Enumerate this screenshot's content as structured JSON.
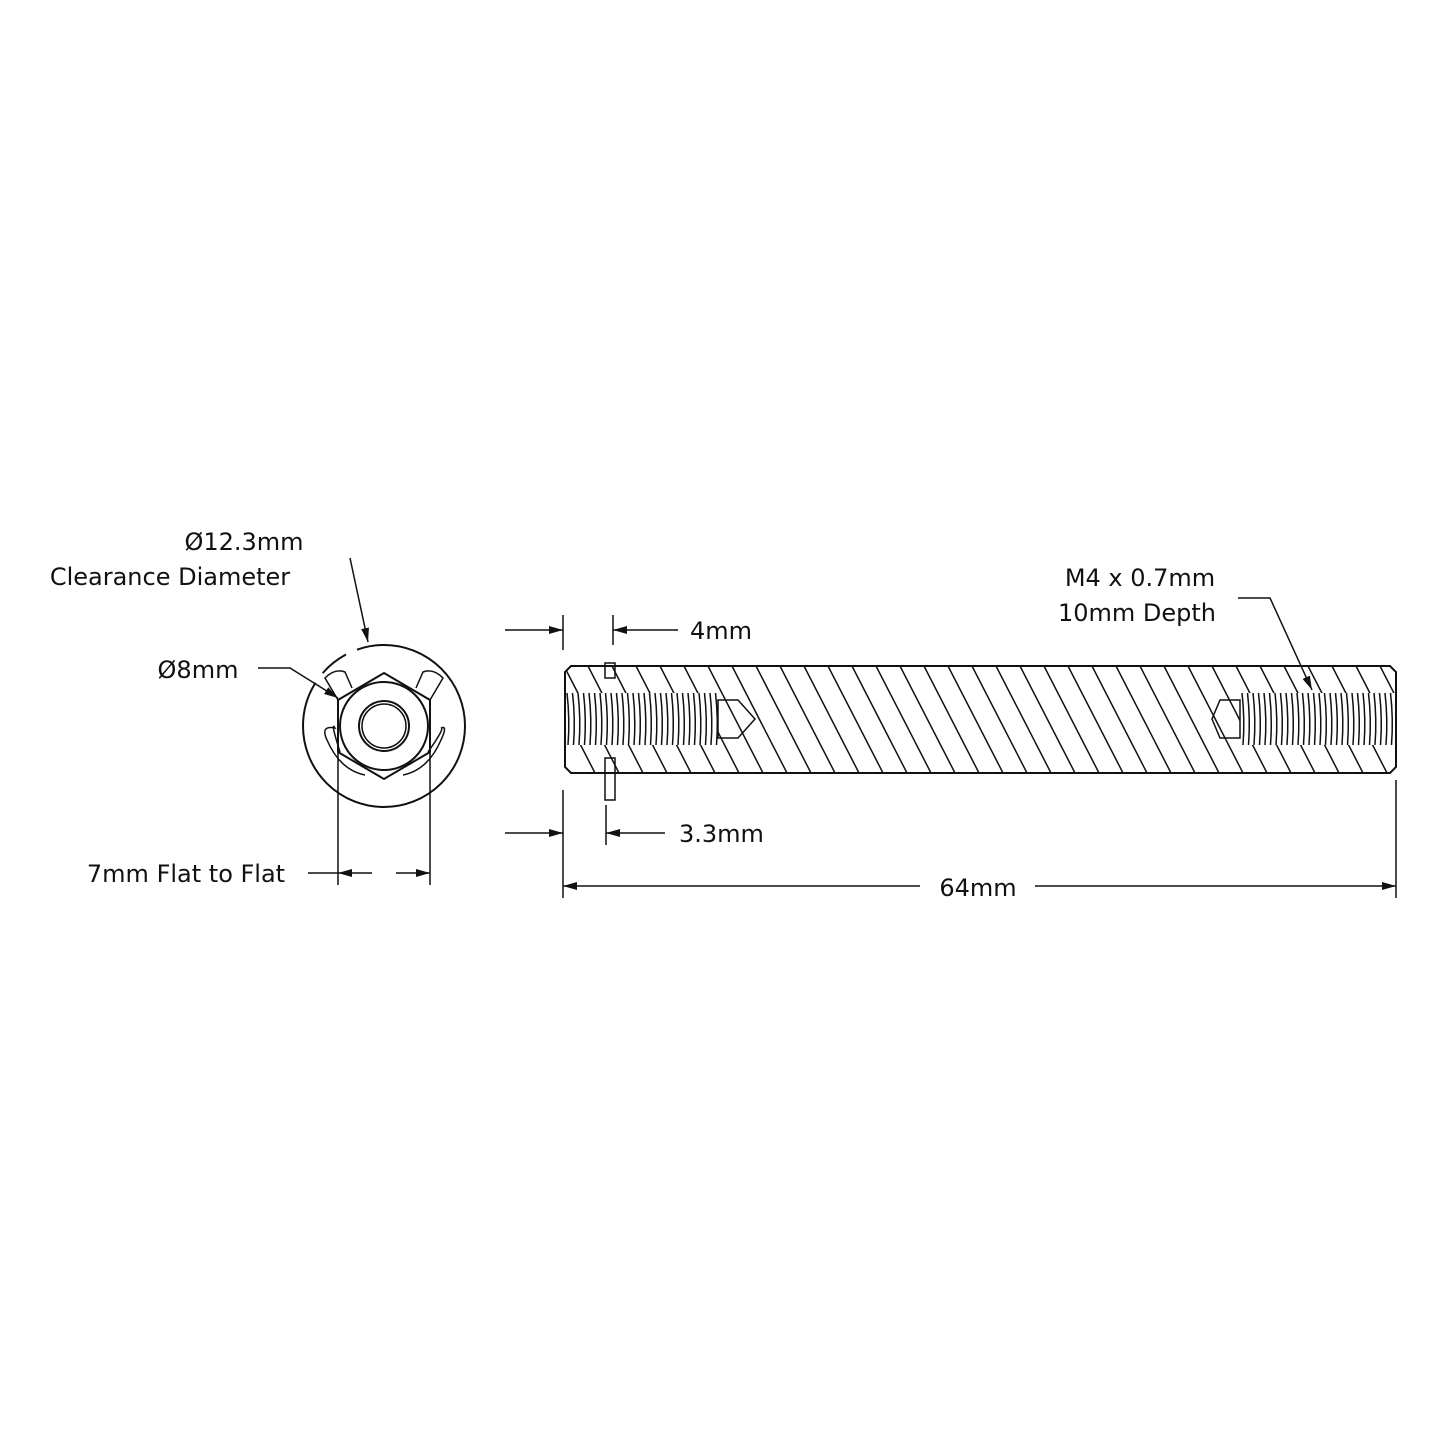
{
  "labels": {
    "clearance_value": "Ø12.3mm",
    "clearance_text": "Clearance Diameter",
    "hex_diameter": "Ø8mm",
    "flat_to_flat": "7mm Flat to Flat",
    "end_offset_top": "4mm",
    "end_offset_bottom": "3.3mm",
    "length": "64mm",
    "thread_spec": "M4 x 0.7mm",
    "thread_depth": "10mm Depth"
  },
  "colors": {
    "line": "#111111",
    "background": "#ffffff"
  }
}
